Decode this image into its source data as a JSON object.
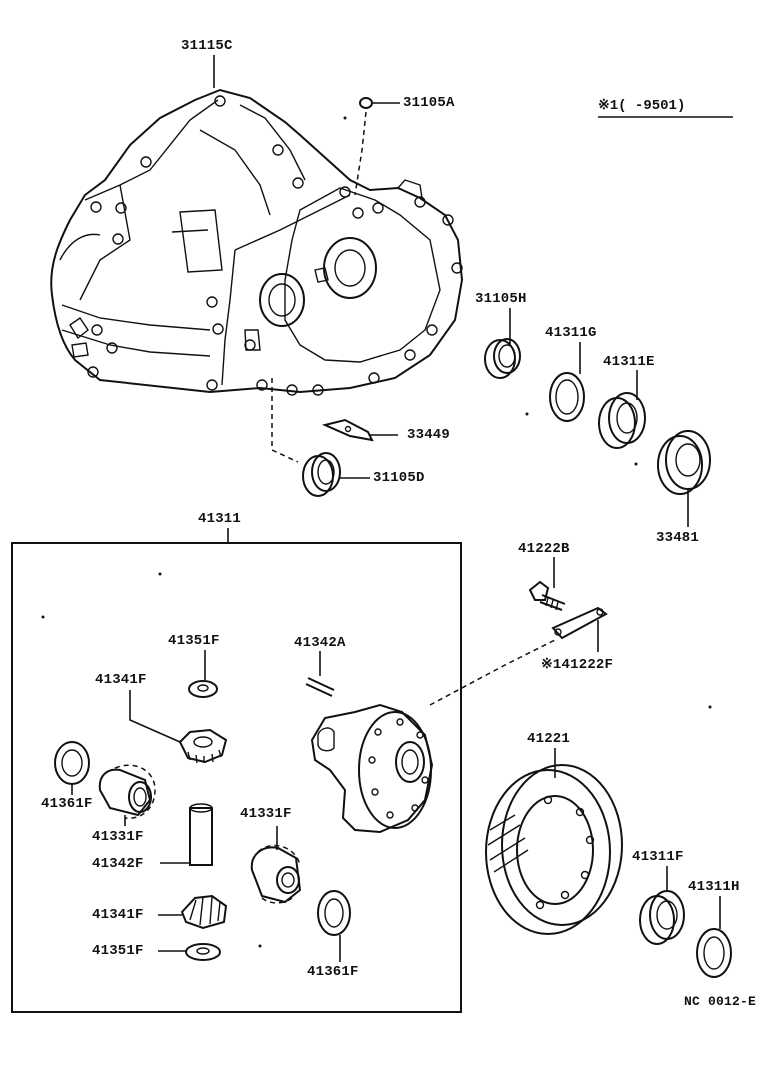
{
  "labels": {
    "p31115C": "31115C",
    "p31105A": "31105A",
    "note": "※1(     -9501)",
    "p31105H": "31105H",
    "p41311G": "41311G",
    "p41311E": "41311E",
    "p33449": "33449",
    "p31105D": "31105D",
    "p33481": "33481",
    "p41311": "41311",
    "p41222B": "41222B",
    "p141222F": "※141222F",
    "p41351F_top": "41351F",
    "p41342A": "41342A",
    "p41341F_top": "41341F",
    "p41361F_left": "41361F",
    "p41331F_left": "41331F",
    "p41342F": "41342F",
    "p41331F_mid": "41331F",
    "p41341F_bot": "41341F",
    "p41351F_bot": "41351F",
    "p41361F_bot": "41361F",
    "p41221": "41221",
    "p41311F": "41311F",
    "p41311H": "41311H",
    "code": "NC 0012-E"
  }
}
